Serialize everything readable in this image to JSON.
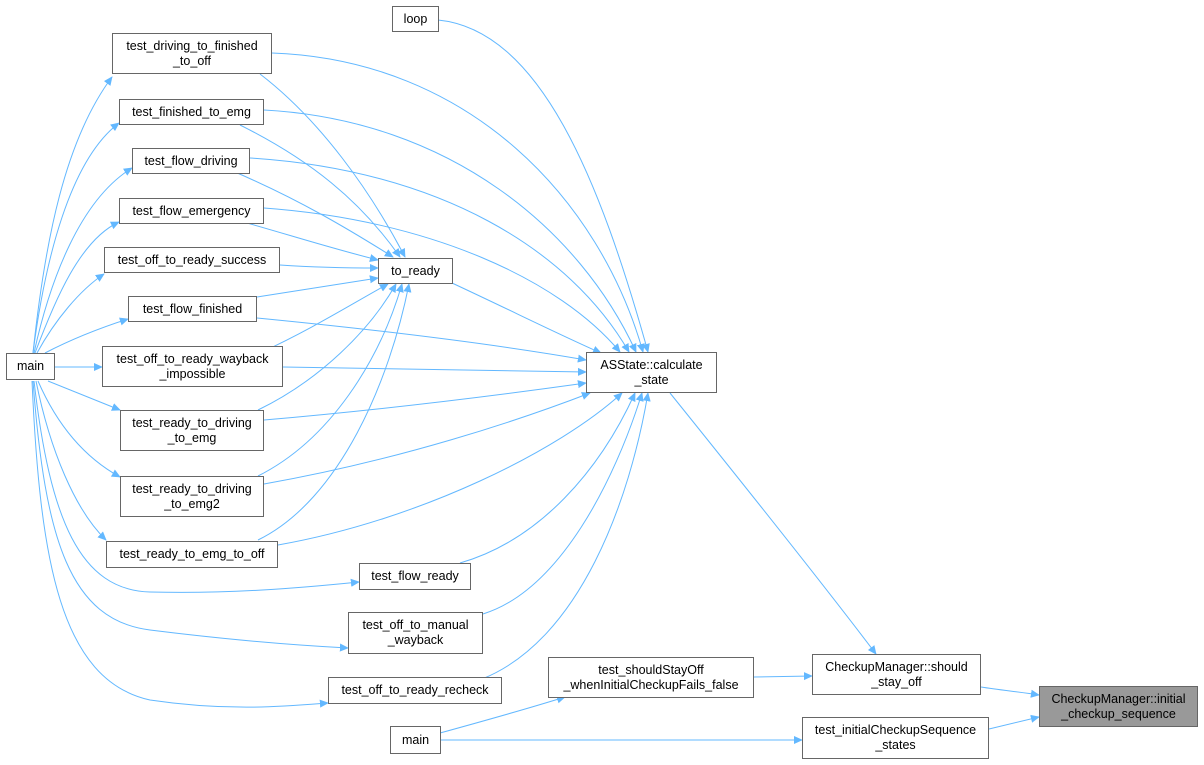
{
  "nodes": {
    "loop": {
      "lines": [
        "loop"
      ]
    },
    "test_driving_to_finished_to_off": {
      "lines": [
        "test_driving_to_finished",
        "_to_off"
      ]
    },
    "test_finished_to_emg": {
      "lines": [
        "test_finished_to_emg"
      ]
    },
    "test_flow_driving": {
      "lines": [
        "test_flow_driving"
      ]
    },
    "test_flow_emergency": {
      "lines": [
        "test_flow_emergency"
      ]
    },
    "test_off_to_ready_success": {
      "lines": [
        "test_off_to_ready_success"
      ]
    },
    "to_ready": {
      "lines": [
        "to_ready"
      ]
    },
    "test_flow_finished": {
      "lines": [
        "test_flow_finished"
      ]
    },
    "main_left": {
      "lines": [
        "main"
      ]
    },
    "test_off_to_ready_wayback_impossible": {
      "lines": [
        "test_off_to_ready_wayback",
        "_impossible"
      ]
    },
    "asstate_calculate_state": {
      "lines": [
        "ASState::calculate",
        "_state"
      ]
    },
    "test_ready_to_driving_to_emg": {
      "lines": [
        "test_ready_to_driving",
        "_to_emg"
      ]
    },
    "test_ready_to_driving_to_emg2": {
      "lines": [
        "test_ready_to_driving",
        "_to_emg2"
      ]
    },
    "test_ready_to_emg_to_off": {
      "lines": [
        "test_ready_to_emg_to_off"
      ]
    },
    "test_flow_ready": {
      "lines": [
        "test_flow_ready"
      ]
    },
    "test_off_to_manual_wayback": {
      "lines": [
        "test_off_to_manual",
        "_wayback"
      ]
    },
    "test_shouldStayOff": {
      "lines": [
        "test_shouldStayOff",
        "_whenInitialCheckupFails_false"
      ]
    },
    "checkupmanager_should_stay_off": {
      "lines": [
        "CheckupManager::should",
        "_stay_off"
      ]
    },
    "checkupmanager_initial_checkup_sequence": {
      "lines": [
        "CheckupManager::initial",
        "_checkup_sequence"
      ]
    },
    "test_off_to_ready_recheck": {
      "lines": [
        "test_off_to_ready_recheck"
      ]
    },
    "main_bottom": {
      "lines": [
        "main"
      ]
    },
    "test_initialCheckupSequence_states": {
      "lines": [
        "test_initialCheckupSequence",
        "_states"
      ]
    }
  },
  "colors": {
    "edge": "#63b8ff",
    "node_border": "#666666",
    "node_fill": "#ffffff",
    "focus_fill": "#999999"
  }
}
